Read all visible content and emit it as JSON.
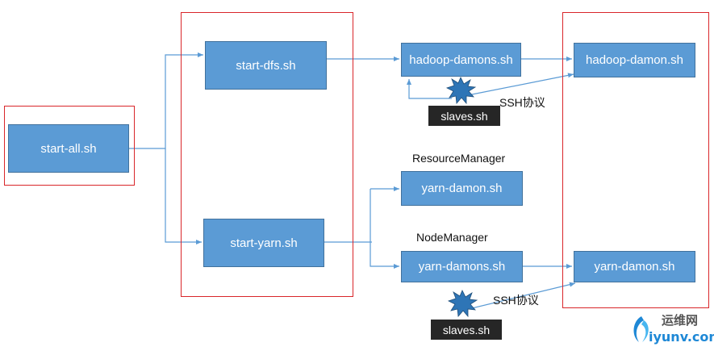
{
  "nodes": {
    "start_all": "start-all.sh",
    "start_dfs": "start-dfs.sh",
    "start_yarn": "start-yarn.sh",
    "hadoop_damons": "hadoop-damons.sh",
    "hadoop_damon": "hadoop-damon.sh",
    "yarn_damon_rm": "yarn-damon.sh",
    "yarn_damons": "yarn-damons.sh",
    "yarn_damon_nm": "yarn-damon.sh",
    "slaves_top": "slaves.sh",
    "slaves_bottom": "slaves.sh"
  },
  "labels": {
    "ssh_top": "SSH协议",
    "ssh_bottom": "SSH协议",
    "resource_manager": "ResourceManager",
    "node_manager": "NodeManager"
  },
  "watermark": {
    "cn": "运维网",
    "domain": "iyunv.com"
  },
  "colors": {
    "box_fill": "#5b9bd5",
    "frame": "#d9262a",
    "arrow": "#5b9bd5",
    "slaves_fill": "#262626",
    "burst": "#2e75b6"
  }
}
